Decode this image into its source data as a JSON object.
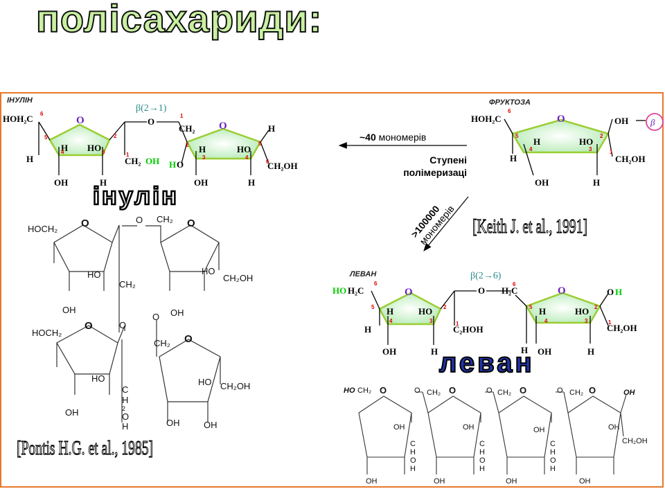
{
  "slide": {
    "title": "полісахариди:",
    "border_color": "#e8782a"
  },
  "inulin_panel": {
    "header": "ІНУЛІН",
    "bond": "β(2→1)",
    "word": "інулін"
  },
  "fructose_panel": {
    "header": "ФРУКТОЗА",
    "beta": "β"
  },
  "levan_panel": {
    "header": "ЛЕВАН",
    "bond": "β(2→6)",
    "word": "леван"
  },
  "arrows": {
    "short_chain_value": "~40",
    "short_chain_unit": "мономерів",
    "polymerization_line1": "Ступені",
    "polymerization_line2": "полімеризаці",
    "long_chain_value": ">100000",
    "long_chain_unit": "мономерів"
  },
  "references": {
    "keith": "[Keith J. et al., 1991]",
    "pontis": "[Pontis H.G. et al., 1985]"
  },
  "colors": {
    "ring_fill": "#c8efc8",
    "ring_stroke": "#9acd32",
    "oxygen": "#6a1fbf",
    "atom_number": "#e00000",
    "bond_label": "#2a8a8a",
    "highlight_green": "#00cc00",
    "beta_circle": "#e0409a"
  }
}
